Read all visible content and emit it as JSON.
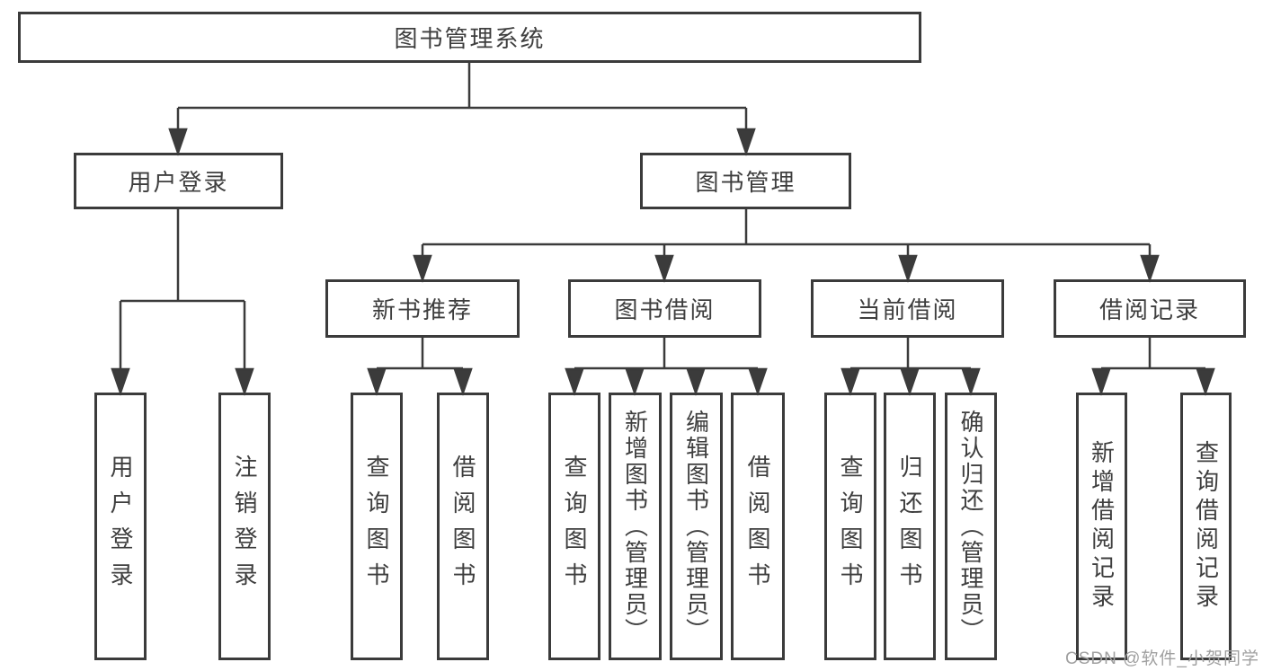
{
  "diagram": {
    "root": {
      "label": "图书管理系统"
    },
    "level2": {
      "user_login": {
        "label": "用户登录"
      },
      "book_management": {
        "label": "图书管理"
      }
    },
    "level3": {
      "new_book_recommend": {
        "label": "新书推荐"
      },
      "book_borrowing": {
        "label": "图书借阅"
      },
      "current_borrowing": {
        "label": "当前借阅"
      },
      "borrowing_records": {
        "label": "借阅记录"
      }
    },
    "leaves": {
      "login": {
        "label": "用户登录"
      },
      "logout": {
        "label": "注销登录"
      },
      "nb_query_books": {
        "label": "查询图书"
      },
      "nb_borrow_books": {
        "label": "借阅图书"
      },
      "bb_query_books": {
        "label": "查询图书"
      },
      "bb_add_books": {
        "label": "新增图书（管理员）"
      },
      "bb_edit_books": {
        "label": "编辑图书（管理员）"
      },
      "bb_borrow_books": {
        "label": "借阅图书"
      },
      "cb_query_books": {
        "label": "查询图书"
      },
      "cb_return_books": {
        "label": "归还图书"
      },
      "cb_confirm_return": {
        "label": "确认归还（管理员）"
      },
      "br_add_record": {
        "label": "新增借阅记录"
      },
      "br_query_record": {
        "label": "查询借阅记录"
      }
    },
    "watermark": "CSDN @软件_小贺同学",
    "colors": {
      "line": "#3b3b3b",
      "text": "#3e3e3e",
      "background": "#ffffff",
      "watermark": "#a0a0a0"
    }
  }
}
